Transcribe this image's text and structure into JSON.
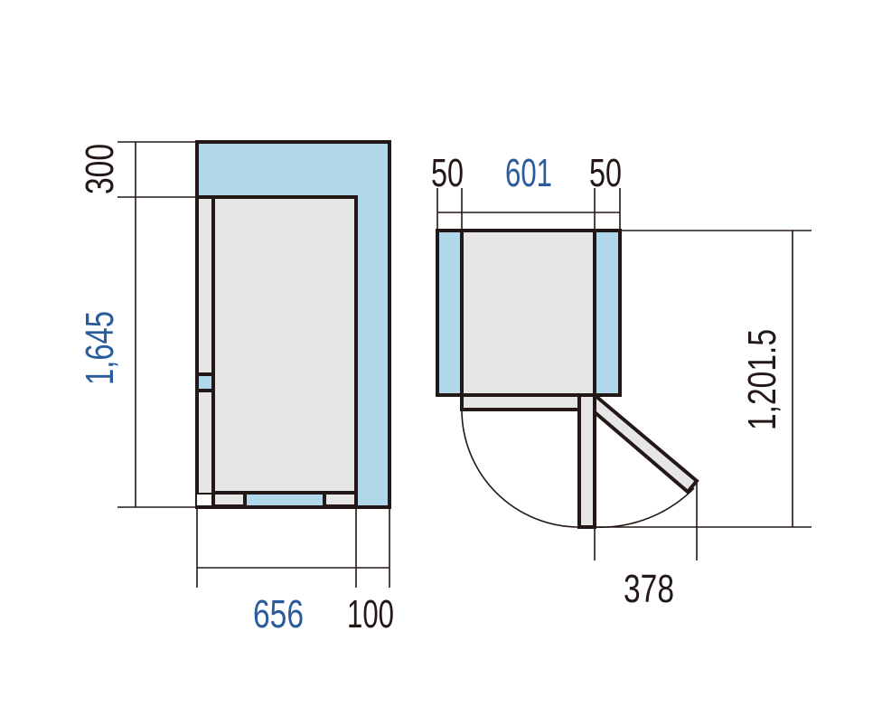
{
  "colors": {
    "clearance": "#b0d8ea",
    "body": "#e6e6e6",
    "outline": "#231815",
    "highlight_text": "#2a5c9c",
    "text": "#231815"
  },
  "side_view": {
    "top_clearance": "300",
    "height": "1,645",
    "depth": "656",
    "rear_clearance": "100"
  },
  "top_view": {
    "left_clearance": "50",
    "width": "601",
    "right_clearance": "50",
    "depth_door_open": "1,201.5",
    "door_swing": "378"
  }
}
